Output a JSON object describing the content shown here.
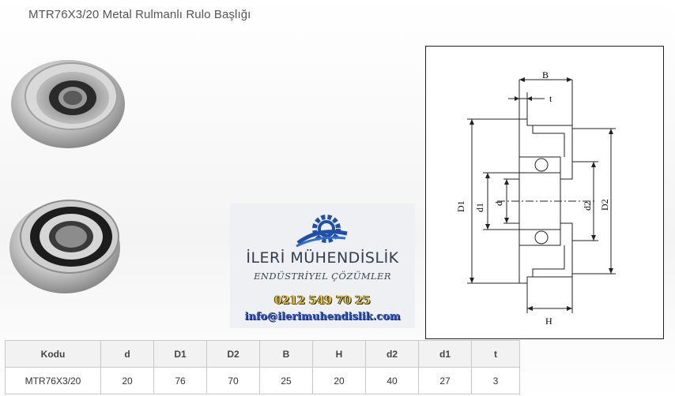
{
  "page": {
    "title": "MTR76X3/20 Metal Rulmanlı Rulo Başlığı"
  },
  "logo": {
    "brand": "İLERİ MÜHENDİSLİK",
    "subtitle": "ENDÜSTRİYEL ÇÖZÜMLER",
    "phone": "0212 549 70 25",
    "email": "info@ilerimuhendislik.com",
    "colors": {
      "accent_blue": "#1f4fa8",
      "phone_yellow": "#e8c327"
    }
  },
  "drawing": {
    "labels": {
      "B": "B",
      "t": "t",
      "D1": "D1",
      "d1": "d1",
      "d": "d",
      "d2": "d2",
      "D2": "D2",
      "H": "H"
    }
  },
  "spec_table": {
    "headers": [
      "Kodu",
      "d",
      "D1",
      "D2",
      "B",
      "H",
      "d2",
      "d1",
      "t"
    ],
    "rows": [
      [
        "MTR76X3/20",
        "20",
        "76",
        "70",
        "25",
        "20",
        "40",
        "27",
        "3"
      ]
    ]
  }
}
